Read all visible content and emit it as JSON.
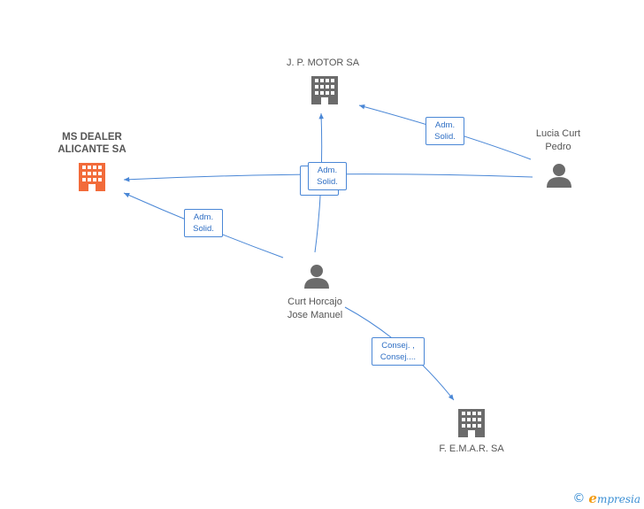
{
  "nodes": {
    "ms_dealer": {
      "label": "MS DEALER ALICANTE SA",
      "color": "#f26b3a"
    },
    "jp_motor": {
      "label": "J. P. MOTOR SA",
      "color": "#6b6b6b"
    },
    "femar": {
      "label": "F. E.M.A.R. SA",
      "color": "#6b6b6b"
    },
    "lucia": {
      "label": "Lucia Curt Pedro",
      "color": "#6b6b6b"
    },
    "curt": {
      "label": "Curt Horcajo Jose Manuel",
      "color": "#6b6b6b"
    }
  },
  "edges": {
    "lucia_jp": {
      "line1": "Adm.",
      "line2": "Solid."
    },
    "lucia_ms": {
      "line1": "Adm.",
      "line2": "Solid."
    },
    "curt_ms": {
      "line1": "Adm.",
      "line2": "Solid."
    },
    "curt_femar": {
      "line1": "Consej. ,",
      "line2": "Consej...."
    }
  },
  "colors": {
    "edge": "#4a87d6",
    "person": "#6b6b6b"
  },
  "footer": {
    "copyright_symbol": "©",
    "brand_initial": "e",
    "brand_rest": "mpresia"
  }
}
